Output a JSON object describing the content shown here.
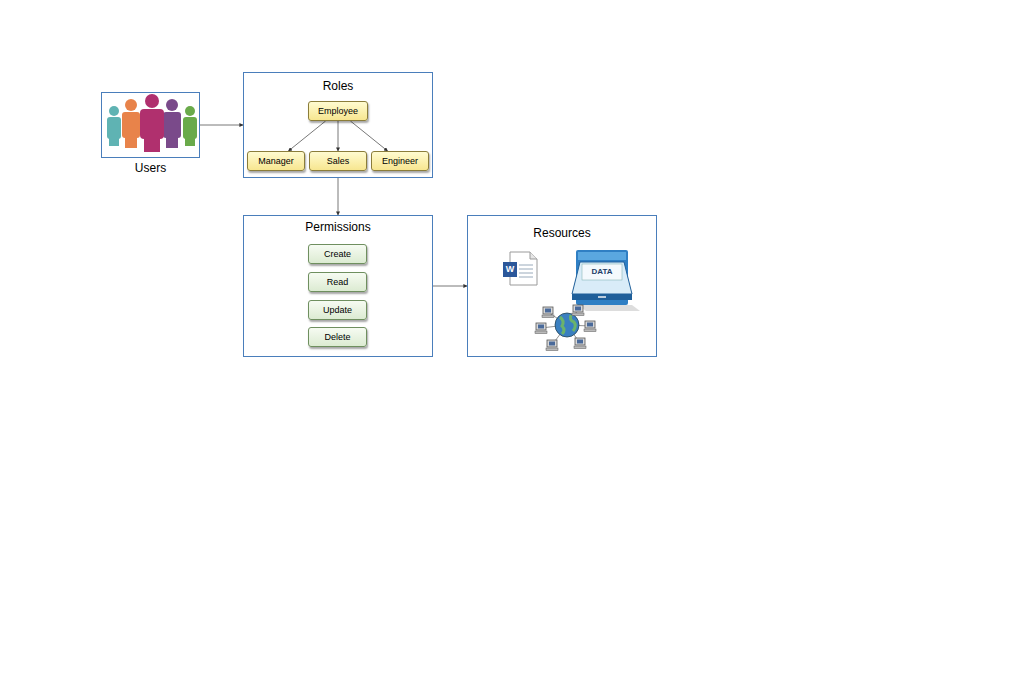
{
  "diagram": {
    "nodes": [
      {
        "text": [
          "Users"
        ]
      },
      {
        "text": [
          "Roles"
        ]
      },
      {
        "text": [
          "Employee"
        ],
        "in": 1
      },
      {
        "text": [
          "Manager"
        ],
        "in": 1
      },
      {
        "text": [
          "Sales"
        ],
        "in": 1
      },
      {
        "text": [
          "Engineer"
        ],
        "in": 1
      },
      {
        "text": [
          "Permissions"
        ]
      },
      {
        "text": [
          "Create"
        ],
        "in": 6
      },
      {
        "text": [
          "Read"
        ],
        "in": 6
      },
      {
        "text": [
          "Update"
        ],
        "in": 6
      },
      {
        "text": [
          "Delete"
        ],
        "in": 6
      },
      {
        "text": [
          "Resources"
        ]
      }
    ],
    "edges": [
      {
        "from": 0,
        "to": 1,
        "arrow": "to"
      },
      {
        "from": 2,
        "to": 3,
        "arrow": "to"
      },
      {
        "from": 2,
        "to": 4,
        "arrow": "to"
      },
      {
        "from": 2,
        "to": 5,
        "arrow": "to"
      },
      {
        "from": 1,
        "to": 6,
        "arrow": "to"
      },
      {
        "from": 6,
        "to": 11,
        "arrow": "to"
      }
    ],
    "labels": [
      "W",
      "DATA"
    ]
  }
}
